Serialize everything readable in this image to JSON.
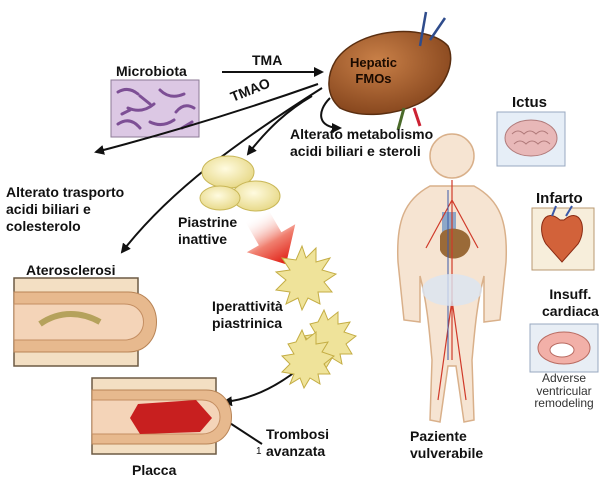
{
  "colors": {
    "liver": "#a05a2c",
    "liver_dark": "#6e3a17",
    "vessel": "#e9c9a8",
    "plaque": "#c81f1f",
    "platelet": "#f2eaa6",
    "body_outline": "#d9b08a",
    "arrow": "#111111",
    "red_arrow": "#e33020"
  },
  "labels": {
    "microbiota": "Microbiota",
    "tma": "TMA",
    "tmao": "TMAO",
    "hepatic": "Hepatic\nFMOs",
    "alterato_metabolismo": "Alterato metabolismo\nacidi biliari e steroli",
    "alterato_trasporto": "Alterato trasporto\nacidi biliari e\ncolesterolo",
    "piastrine_inattive": "Piastrine\ninattive",
    "aterosclerosi": "Aterosclerosi",
    "iperattivita": "Iperattività\npiastrinica",
    "trombosi": "Trombosi\navanzata",
    "footnote_mark": "1",
    "placca": "Placca",
    "paziente": "Paziente\nvulverabile",
    "ictus": "Ictus",
    "infarto": "Infarto",
    "insuff": "Insuff.\ncardiaca",
    "adverse": "Adverse\nventricular\nremodeling"
  },
  "icons": [
    "bacteria-icon",
    "brain-icon",
    "heart-icon",
    "heart-section-icon",
    "liver-icon",
    "human-body-icon"
  ]
}
